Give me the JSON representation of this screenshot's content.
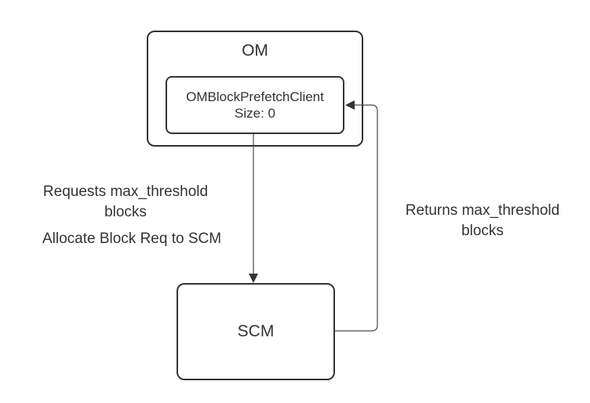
{
  "nodes": {
    "om": {
      "label": "OM"
    },
    "prefetch_client": {
      "name": "OMBlockPrefetchClient",
      "size_text": "Size: 0"
    },
    "scm": {
      "label": "SCM"
    }
  },
  "edges": {
    "request": {
      "line1": "Requests max_threshold",
      "line2": "blocks",
      "line3": "Allocate Block Req to SCM"
    },
    "response": {
      "line1": "Returns max_threshold",
      "line2": "blocks"
    }
  },
  "colors": {
    "stroke": "#333333",
    "text": "#333333",
    "background": "#ffffff"
  }
}
